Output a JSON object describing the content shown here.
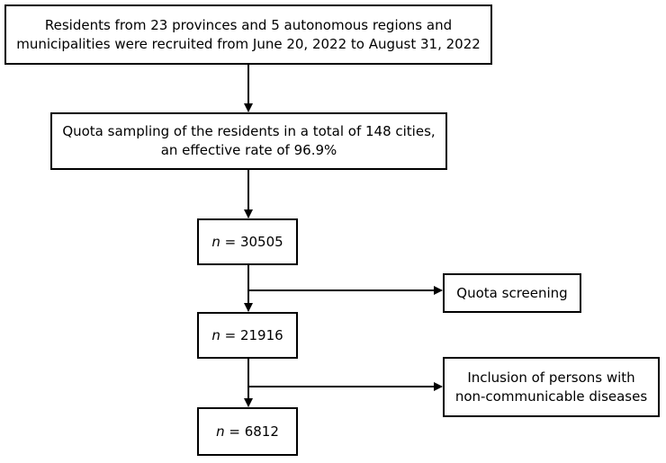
{
  "flowchart": {
    "recruitment": {
      "line1": "Residents from 23 provinces and 5 autonomous regions and",
      "line2": "municipalities were recruited from June 20, 2022 to August 31, 2022"
    },
    "sampling": {
      "line1": "Quota sampling of the residents in a total of 148 cities,",
      "line2": "an effective rate of 96.9%"
    },
    "count1": {
      "var": "n",
      "text": " = 30505"
    },
    "count2": {
      "var": "n",
      "text": " = 21916"
    },
    "count3": {
      "var": "n",
      "text": " = 6812"
    },
    "screening": {
      "label": "Quota screening"
    },
    "inclusion": {
      "line1": "Inclusion of persons with",
      "line2": "non-communicable diseases"
    }
  }
}
